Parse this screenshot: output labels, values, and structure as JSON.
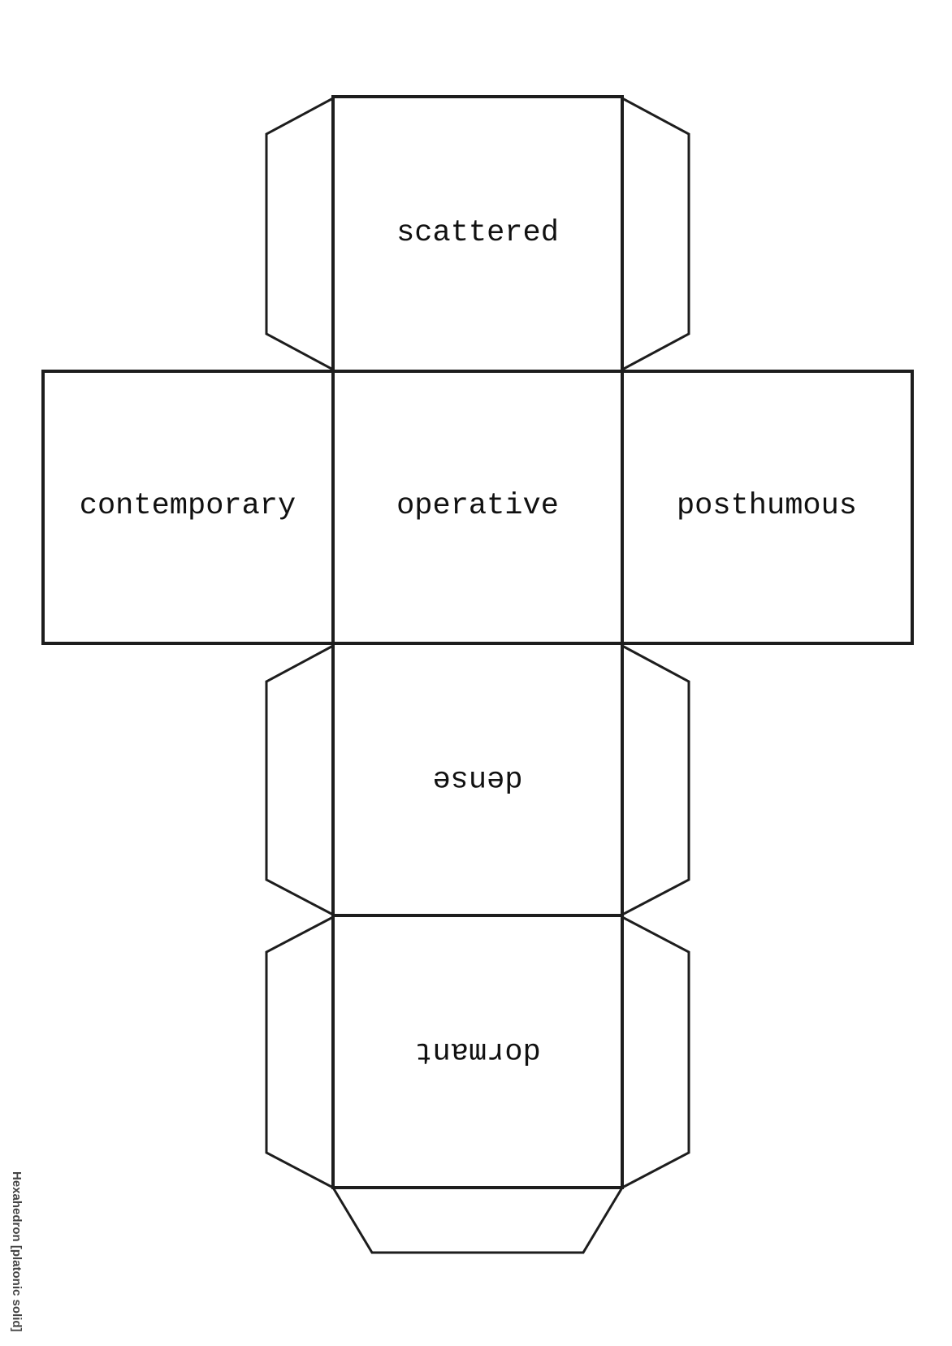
{
  "page": {
    "background": "#ffffff",
    "line_color": "#1d1d1d",
    "caption": "Hexahedron [platonic solid]"
  },
  "net": {
    "type": "cube-net-template",
    "faces": [
      {
        "position": "top-center",
        "label": "scattered",
        "rotation_deg": 0
      },
      {
        "position": "middle-left",
        "label": "contemporary",
        "rotation_deg": 0
      },
      {
        "position": "middle-center",
        "label": "operative",
        "rotation_deg": 0
      },
      {
        "position": "middle-right",
        "label": "posthumous",
        "rotation_deg": 0
      },
      {
        "position": "lower-center",
        "label": "dense",
        "rotation_deg": 180
      },
      {
        "position": "bottom-center",
        "label": "dormant",
        "rotation_deg": 180
      }
    ],
    "glue_tab_count": 7
  }
}
